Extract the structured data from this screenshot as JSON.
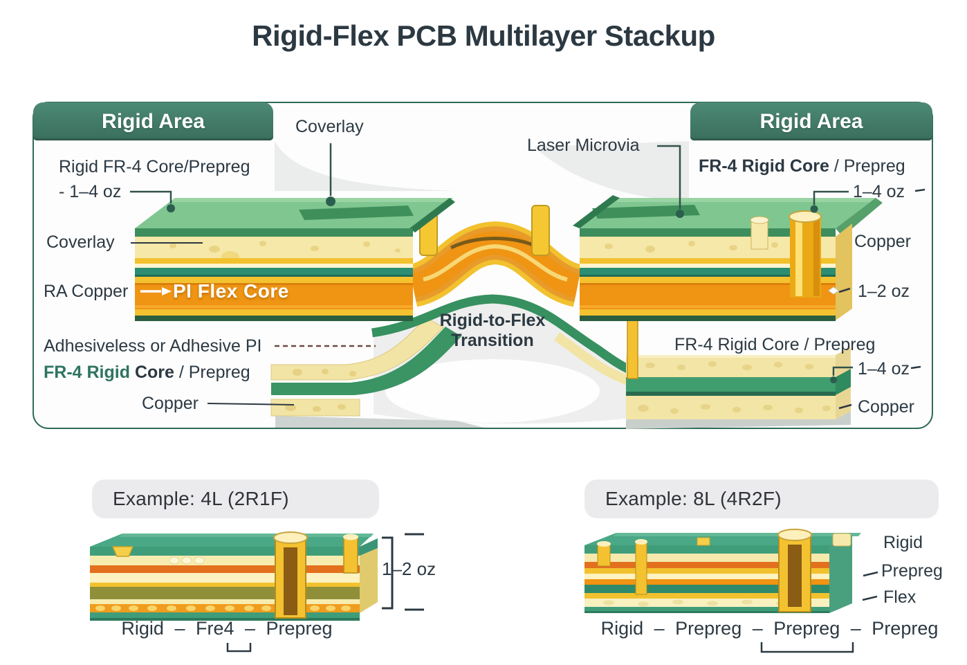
{
  "title": "Rigid-Flex PCB Multilayer Stackup",
  "palette": {
    "board_green": "#7fc690",
    "teal": "#2b8e72",
    "gold": "#f2c12e",
    "orange": "#ef9413",
    "copper_orange": "#e2701d",
    "cream": "#f6e8a8",
    "olive": "#8f8f3a",
    "header_green": "#41806c",
    "text_dark": "#2c3942",
    "label_green": "#2e7460",
    "pill_gray": "#ebebed",
    "box_border": "#2e6b59"
  },
  "main": {
    "rigid_area_left": "Rigid Area",
    "rigid_area_right": "Rigid Area",
    "coverlay_top": "Coverlay",
    "laser_microvia": "Laser Microvia",
    "rigid_fr4_core": "Rigid FR-4 Core/Prepreg",
    "oz_range_left": "- 1–4 oz",
    "coverlay_left": "Coverlay",
    "ra_copper": "RA Copper",
    "pi_flex_core": "PI Flex Core",
    "adhesive": "Adhesiveless or Adhesive PI",
    "fr4_left": {
      "p1": "FR-4 Rigid ",
      "p2": "Core",
      "p3": " / Prepreg"
    },
    "copper_left": "Copper",
    "transition_1": "Rigid-to-Flex",
    "transition_2": "Transition",
    "fr4_right_top": {
      "p1": "FR-4 Rigid Core",
      "p2": " / Prepreg"
    },
    "oz_range_right_top": "1–4 oz",
    "copper_right": "Copper",
    "oz_range_right_mid": "1–2 oz",
    "fr4_right_lower": "FR-4 Rigid Core / Prepreg",
    "oz_range_right_lower": "1–4 oz",
    "copper_lower": "Copper"
  },
  "examples": {
    "left": {
      "title": "Example: 4L (2R1F)",
      "oz_label": "1–2 oz",
      "caption": "Rigid – Fre4 – Prepreg"
    },
    "right": {
      "title": "Example: 8L (4R2F)",
      "caption": "Rigid – Prepreg – Prepreg – Prepreg",
      "layer_labels": [
        "Rigid",
        "Prepreg",
        "Flex"
      ]
    }
  }
}
